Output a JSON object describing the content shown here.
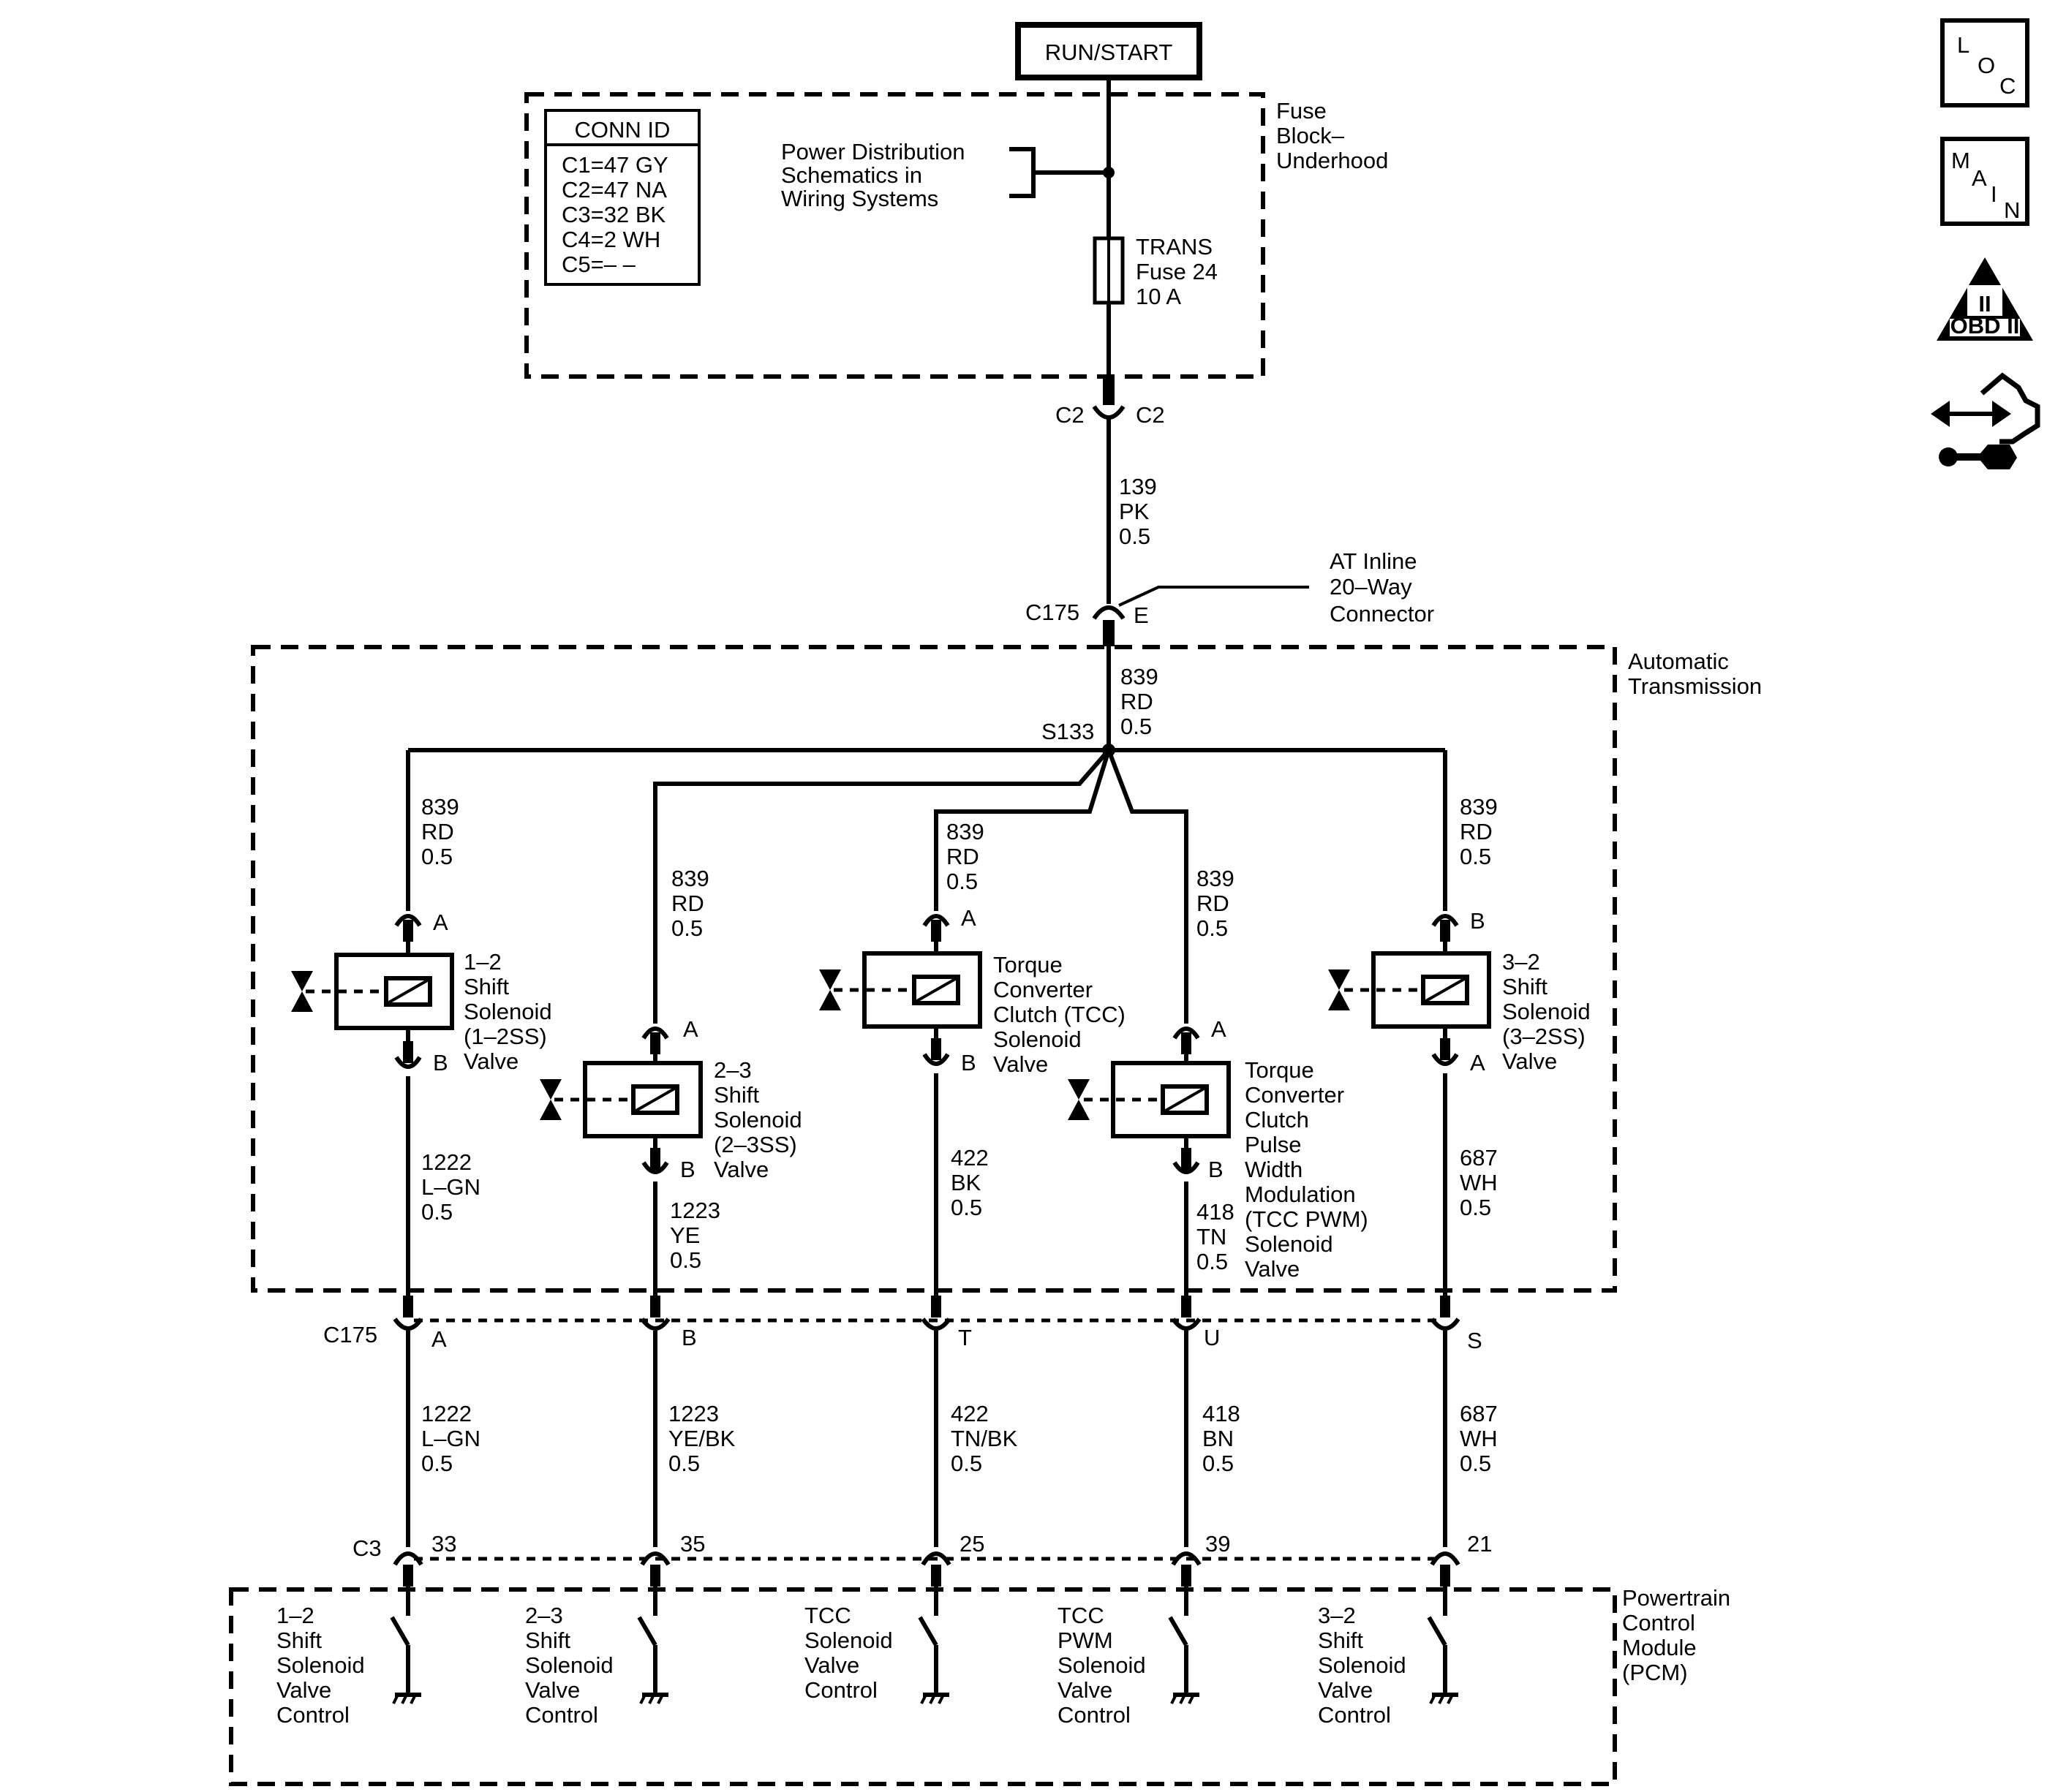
{
  "power": {
    "label": "RUN/START"
  },
  "fuse_block": {
    "label": [
      "Fuse",
      "Block–",
      "Underhood"
    ],
    "conn_id_title": "CONN ID",
    "conn_ids": [
      "C1=47 GY",
      "C2=47 NA",
      "C3=32 BK",
      "C4=2 WH",
      "C5=– –"
    ],
    "power_dist": [
      "Power Distribution",
      "Schematics in",
      "Wiring Systems"
    ],
    "fuse": [
      "TRANS",
      "Fuse 24",
      "10 A"
    ]
  },
  "c2": {
    "left": "C2",
    "right": "C2"
  },
  "wire_139": [
    "139",
    "PK",
    "0.5"
  ],
  "c175_top": {
    "name": "C175",
    "pin": "E"
  },
  "at_inline": [
    "AT Inline",
    "20–Way",
    "Connector"
  ],
  "auto_trans": {
    "label": [
      "Automatic",
      "Transmission"
    ]
  },
  "wire_839_main": [
    "839",
    "RD",
    "0.5"
  ],
  "splice": "S133",
  "solenoids": [
    {
      "top_wire": [
        "839",
        "RD",
        "0.5"
      ],
      "pin_top": "A",
      "pin_bottom": "B",
      "name": [
        "1–2",
        "Shift",
        "Solenoid",
        "(1–2SS)",
        "Valve"
      ],
      "bottom_wire": [
        "1222",
        "L–GN",
        "0.5"
      ]
    },
    {
      "top_wire": [
        "839",
        "RD",
        "0.5"
      ],
      "pin_top": "A",
      "pin_bottom": "B",
      "name": [
        "2–3",
        "Shift",
        "Solenoid",
        "(2–3SS)",
        "Valve"
      ],
      "bottom_wire": [
        "1223",
        "YE",
        "0.5"
      ]
    },
    {
      "top_wire": [
        "839",
        "RD",
        "0.5"
      ],
      "pin_top": "A",
      "pin_bottom": "B",
      "name": [
        "Torque",
        "Converter",
        "Clutch (TCC)",
        "Solenoid",
        "Valve"
      ],
      "bottom_wire": [
        "422",
        "BK",
        "0.5"
      ]
    },
    {
      "top_wire": [
        "839",
        "RD",
        "0.5"
      ],
      "pin_top": "A",
      "pin_bottom": "B",
      "name": [
        "Torque",
        "Converter",
        "Clutch",
        "Pulse",
        "Width",
        "Modulation",
        "(TCC PWM)",
        "Solenoid",
        "Valve"
      ],
      "bottom_wire": [
        "418",
        "TN",
        "0.5"
      ]
    },
    {
      "top_wire": [
        "839",
        "RD",
        "0.5"
      ],
      "pin_top": "B",
      "pin_bottom": "A",
      "name": [
        "3–2",
        "Shift",
        "Solenoid",
        "(3–2SS)",
        "Valve"
      ],
      "bottom_wire": [
        "687",
        "WH",
        "0.5"
      ]
    }
  ],
  "c175_bottom": {
    "name": "C175",
    "pins": [
      "A",
      "B",
      "T",
      "U",
      "S"
    ]
  },
  "lower_wires": [
    [
      "1222",
      "L–GN",
      "0.5"
    ],
    [
      "1223",
      "YE/BK",
      "0.5"
    ],
    [
      "422",
      "TN/BK",
      "0.5"
    ],
    [
      "418",
      "BN",
      "0.5"
    ],
    [
      "687",
      "WH",
      "0.5"
    ]
  ],
  "c3": {
    "name": "C3",
    "pins": [
      "33",
      "35",
      "25",
      "39",
      "21"
    ]
  },
  "pcm": {
    "label": [
      "Powertrain",
      "Control",
      "Module",
      "(PCM)"
    ],
    "controls": [
      [
        "1–2",
        "Shift",
        "Solenoid",
        "Valve",
        "Control"
      ],
      [
        "2–3",
        "Shift",
        "Solenoid",
        "Valve",
        "Control"
      ],
      [
        "TCC",
        "Solenoid",
        "Valve",
        "Control"
      ],
      [
        "TCC",
        "PWM",
        "Solenoid",
        "Valve",
        "Control"
      ],
      [
        "3–2",
        "Shift",
        "Solenoid",
        "Valve",
        "Control"
      ]
    ]
  },
  "side_icons": {
    "loc": [
      "L",
      "O",
      "C"
    ],
    "main": [
      "M",
      "A",
      "I",
      "N"
    ],
    "obd_numeral": "II",
    "obd": "OBD II"
  }
}
